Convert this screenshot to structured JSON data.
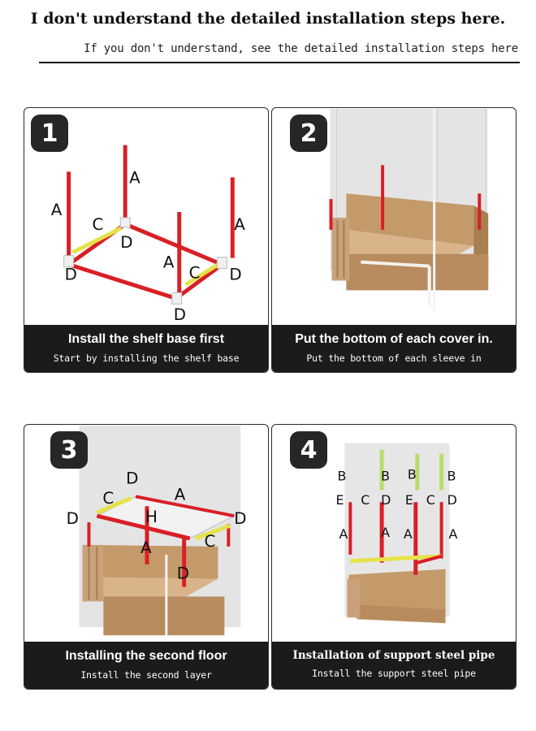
{
  "header": {
    "title": "I don't understand the detailed installation steps here.",
    "subtitle": "If you don't understand, see the detailed installation steps here"
  },
  "steps": [
    {
      "number": "1",
      "caption": "Install the shelf base first",
      "subcaption": "Start by installing the shelf base",
      "labels": [
        "A",
        "A",
        "A",
        "A",
        "C",
        "C",
        "D",
        "D",
        "D",
        "D"
      ]
    },
    {
      "number": "2",
      "caption": "Put the bottom of each cover in.",
      "subcaption": "Put the bottom of each sleeve in",
      "labels": []
    },
    {
      "number": "3",
      "caption": "Installing the second floor",
      "subcaption": "Install the second layer",
      "labels": [
        "D",
        "C",
        "A",
        "D",
        "H",
        "D",
        "A",
        "C",
        "D"
      ]
    },
    {
      "number": "4",
      "caption": "Installation of support steel pipe",
      "subcaption": "Install the support steel pipe",
      "labels": [
        "B",
        "B",
        "B",
        "B",
        "E",
        "C",
        "D",
        "E",
        "C",
        "D",
        "A",
        "A",
        "A",
        "A"
      ]
    }
  ],
  "colors": {
    "pipe_a": "#d91f26",
    "pipe_b": "#b9dc6a",
    "connector_c": "#e6e34a",
    "cardboard": "#b88b5e",
    "caption_bg": "#1b1b1b"
  }
}
